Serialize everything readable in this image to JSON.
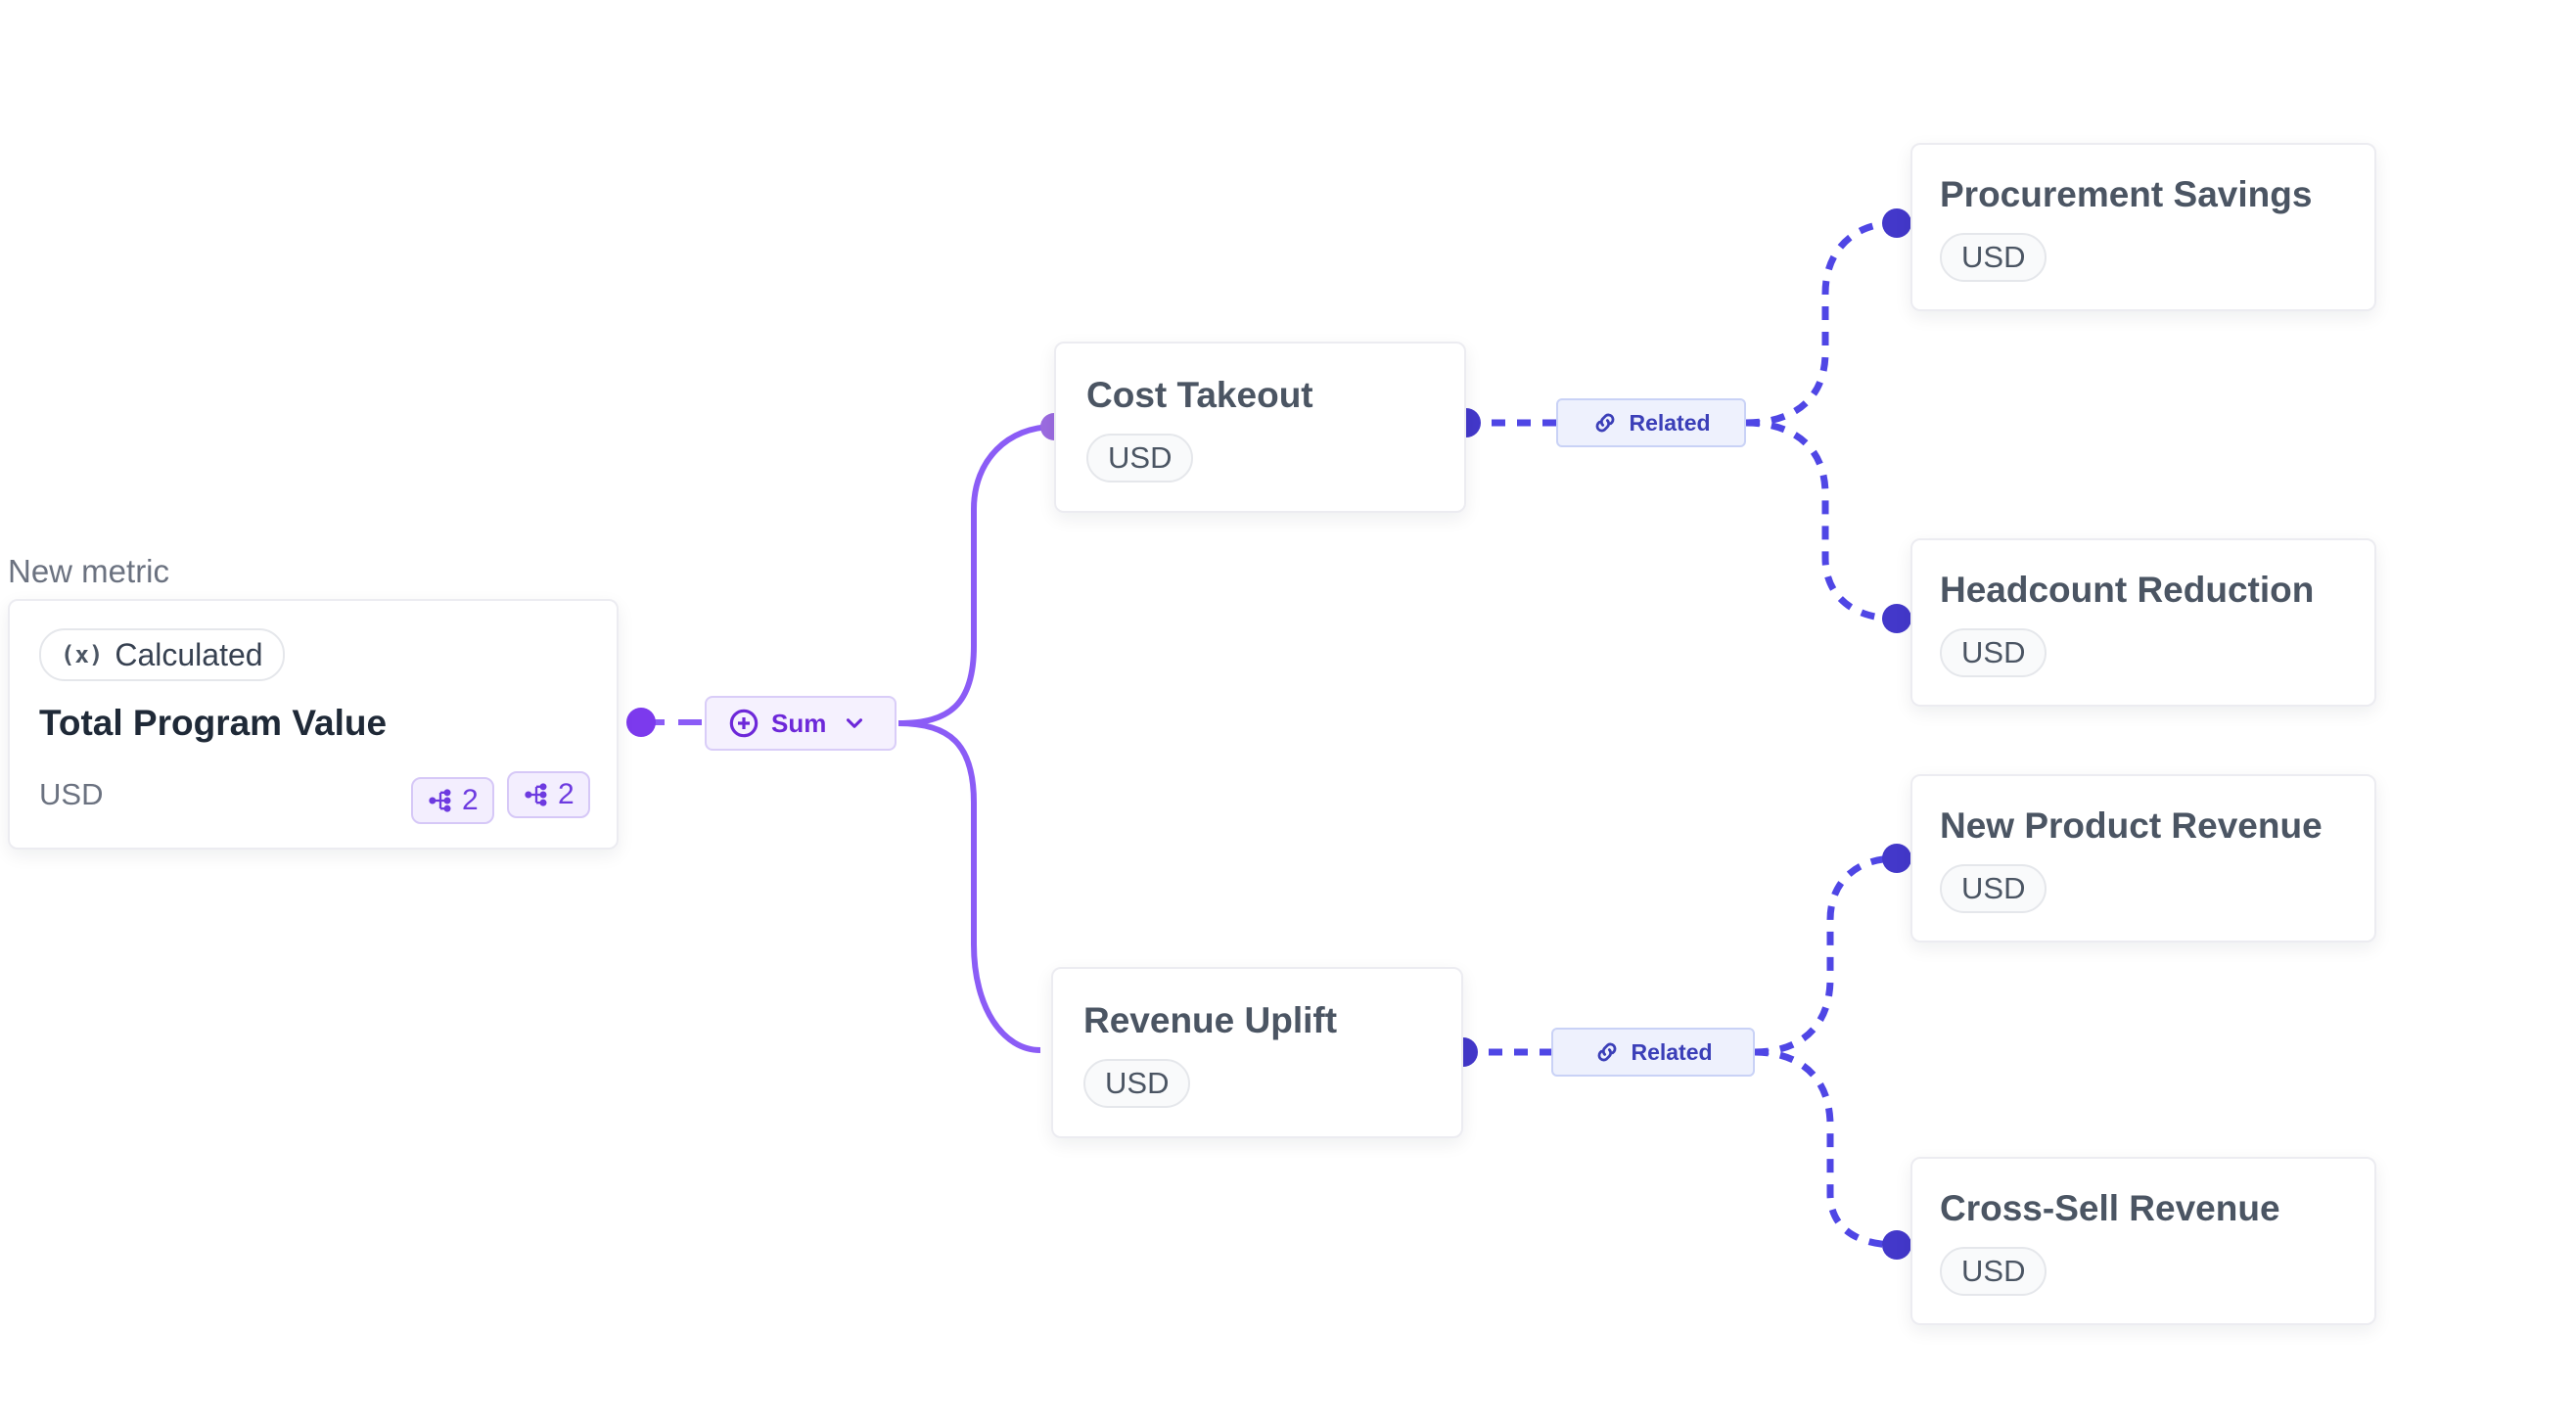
{
  "caption": "New metric",
  "root": {
    "type_label": "Calculated",
    "type_icon": "function-icon",
    "title": "Total Program Value",
    "unit": "USD",
    "badge_a": "2",
    "badge_b": "2"
  },
  "operator": {
    "label": "Sum",
    "icon": "plus-circle-icon"
  },
  "relations": [
    {
      "label": "Related",
      "icon": "link-icon"
    },
    {
      "label": "Related",
      "icon": "link-icon"
    }
  ],
  "mid": [
    {
      "title": "Cost Takeout",
      "unit": "USD"
    },
    {
      "title": "Revenue Uplift",
      "unit": "USD"
    }
  ],
  "leaves": [
    {
      "title": "Procurement Savings",
      "unit": "USD"
    },
    {
      "title": "Headcount Reduction",
      "unit": "USD"
    },
    {
      "title": "New Product Revenue",
      "unit": "USD"
    },
    {
      "title": "Cross-Sell Revenue",
      "unit": "USD"
    }
  ],
  "colors": {
    "sum_edge": "#8b5cf6",
    "sum_port": "#7c3aed",
    "related_edge": "#4f46e5",
    "related_port": "#4338ca"
  }
}
